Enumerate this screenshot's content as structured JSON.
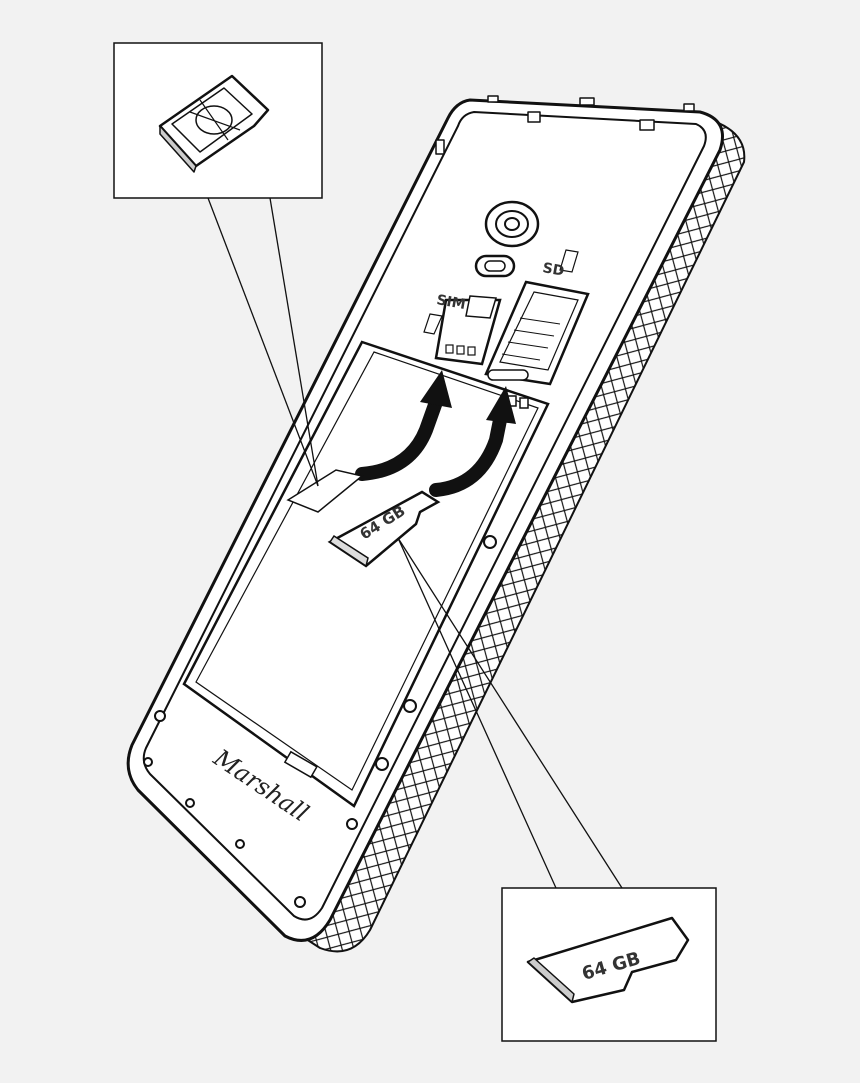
{
  "labels": {
    "sim_slot": "SIM",
    "sd_slot": "SD",
    "card_capacity_main": "64 GB",
    "card_capacity_callout": "64 GB",
    "brand": "Marshall"
  },
  "colors": {
    "background": "#f2f2f2",
    "line": "#111111",
    "fill": "#ffffff",
    "arrow": "#111111",
    "label": "#333333"
  },
  "icons": [
    "sim-card-icon",
    "microsd-card-icon",
    "camera-lens-icon",
    "flash-icon"
  ]
}
